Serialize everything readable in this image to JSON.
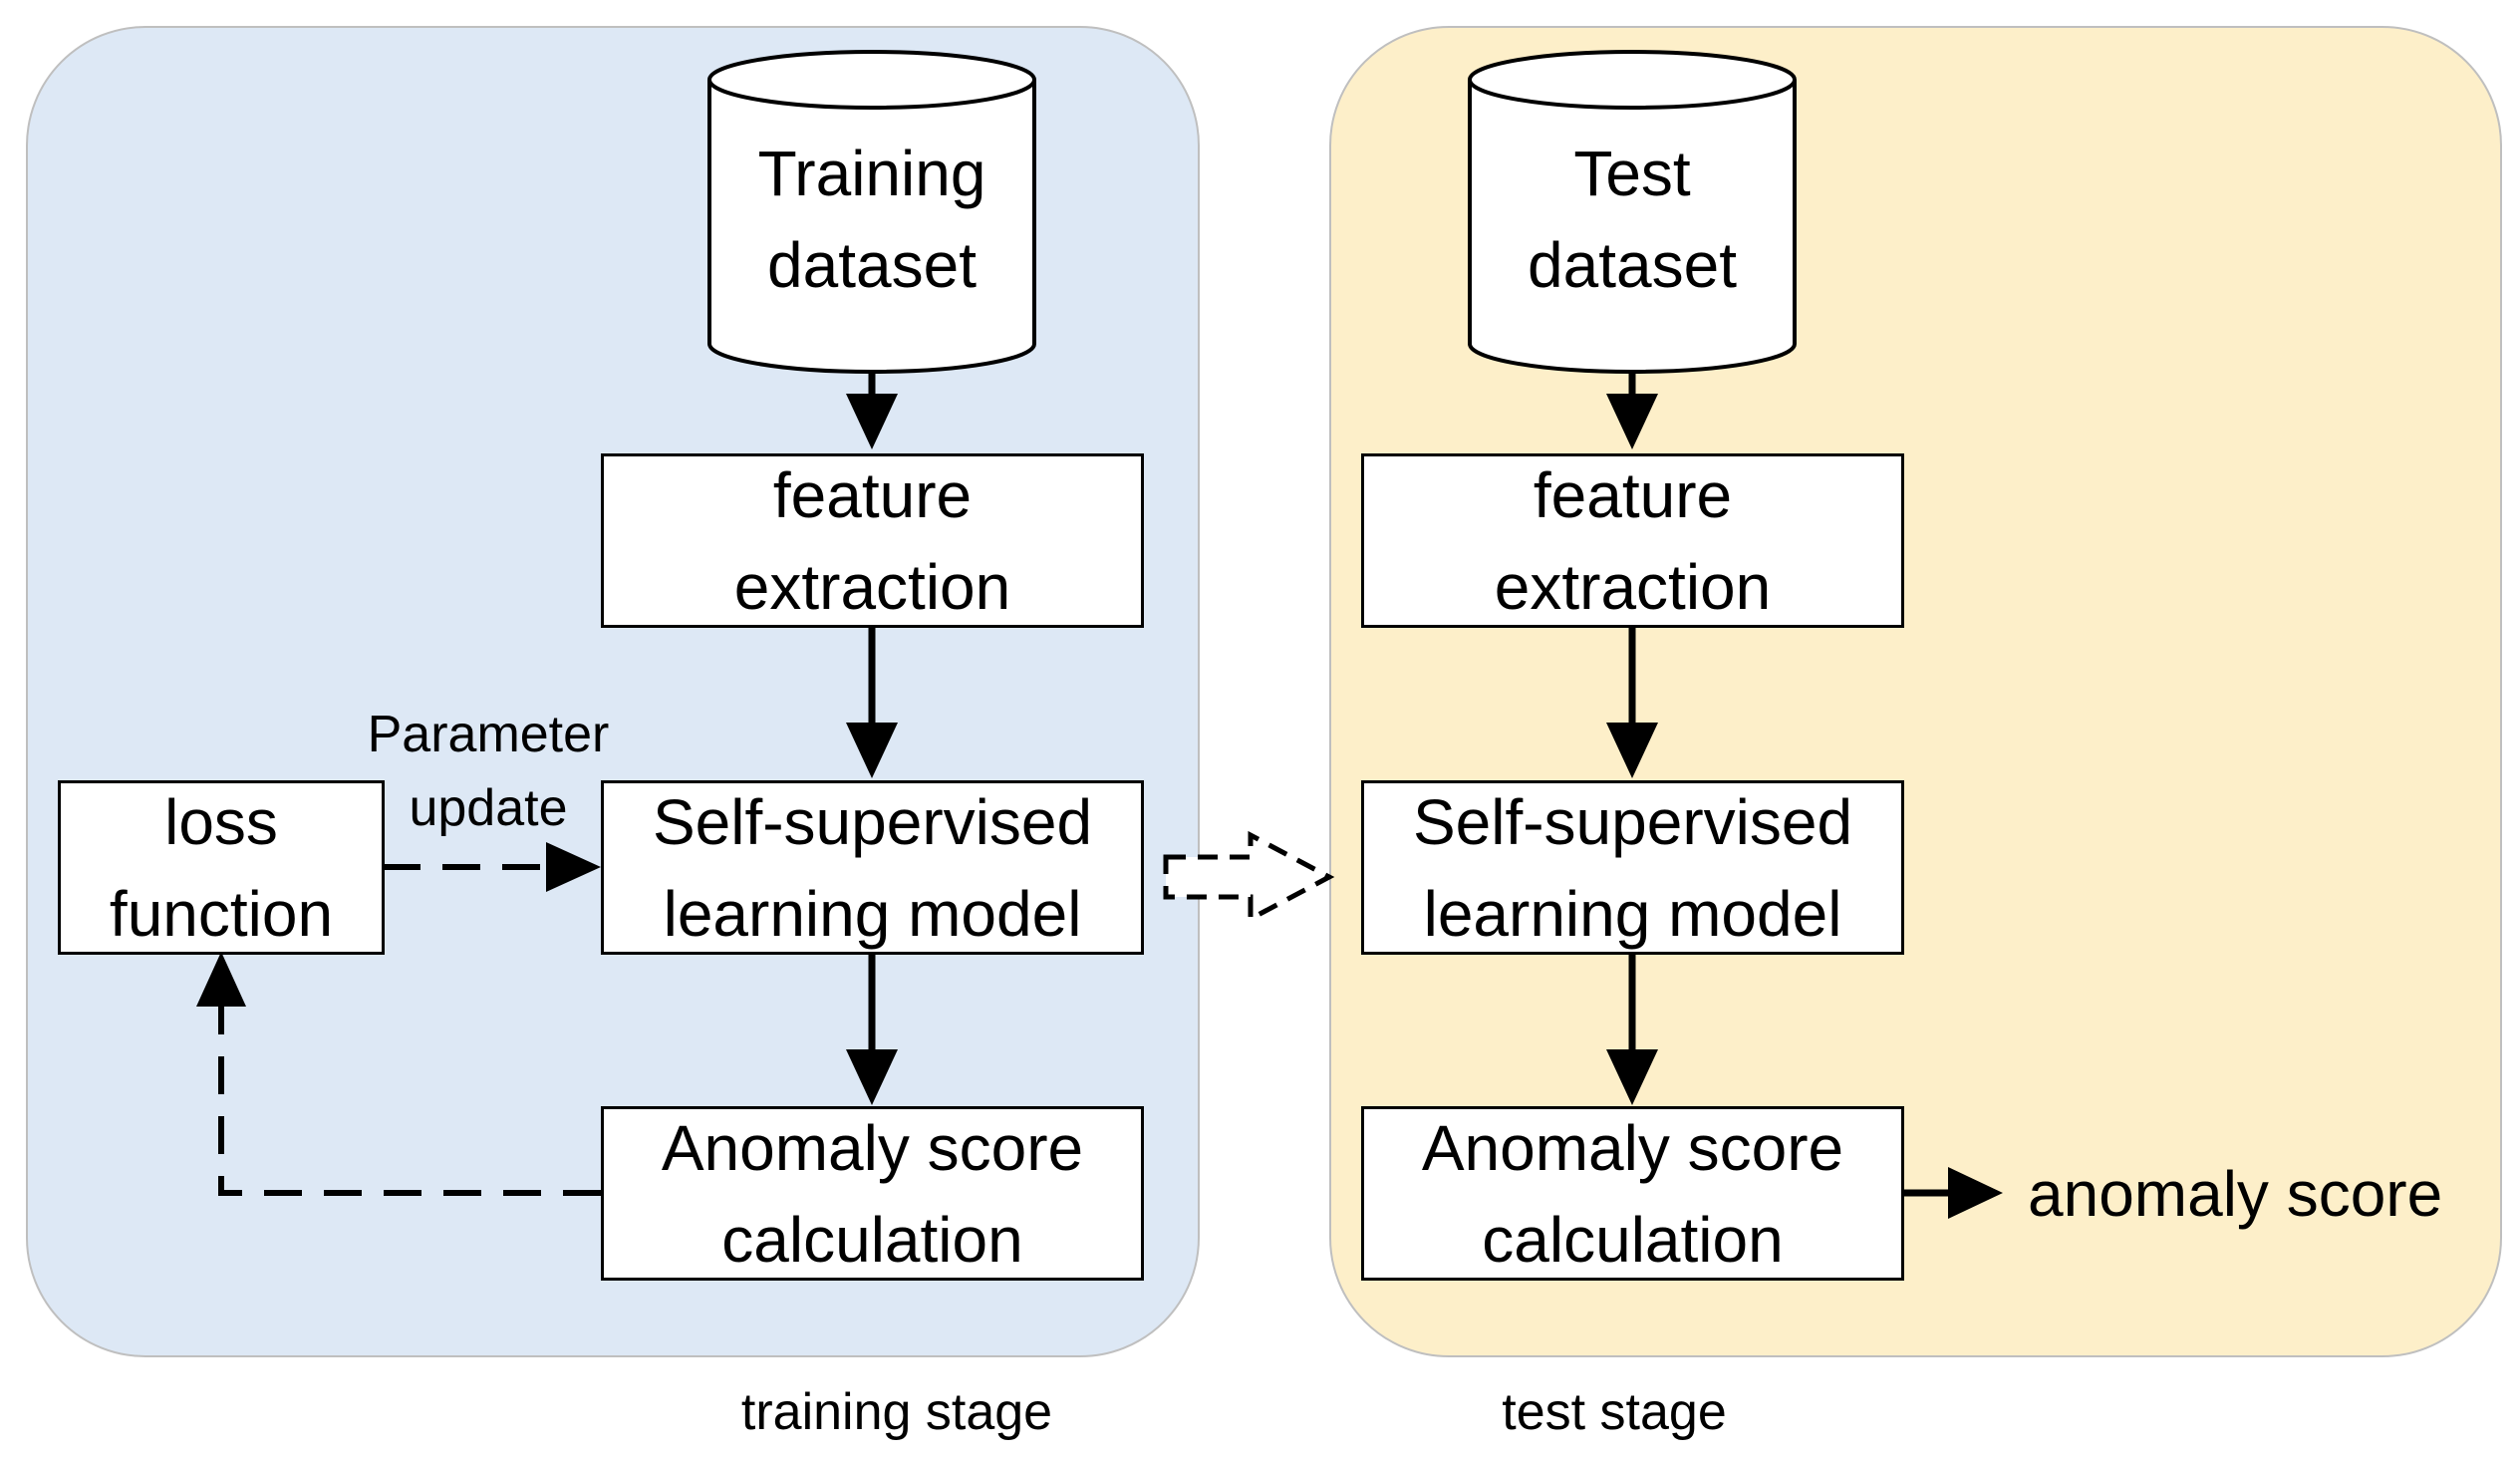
{
  "colors": {
    "training_panel_fill": "#dde8f5",
    "test_panel_fill": "#fdefc9",
    "panel_border": "#bfbfbf",
    "stroke": "#000000"
  },
  "training": {
    "stage_label": "training stage",
    "dataset_label": "Training\ndataset",
    "feature_extraction_label": "feature\nextraction",
    "model_label": "Self-supervised\nlearning model",
    "anomaly_calc_label": "Anomaly score\ncalculation",
    "loss_function_label": "loss\nfunction",
    "parameter_update_label": "Parameter\nupdate"
  },
  "test": {
    "stage_label": "test stage",
    "dataset_label": "Test\ndataset",
    "feature_extraction_label": "feature\nextraction",
    "model_label": "Self-supervised\nlearning model",
    "anomaly_calc_label": "Anomaly score\ncalculation",
    "output_label": "anomaly score"
  },
  "icons": {
    "dataset_shape": "cylinder",
    "transfer_arrow": "dashed-block-arrow"
  }
}
